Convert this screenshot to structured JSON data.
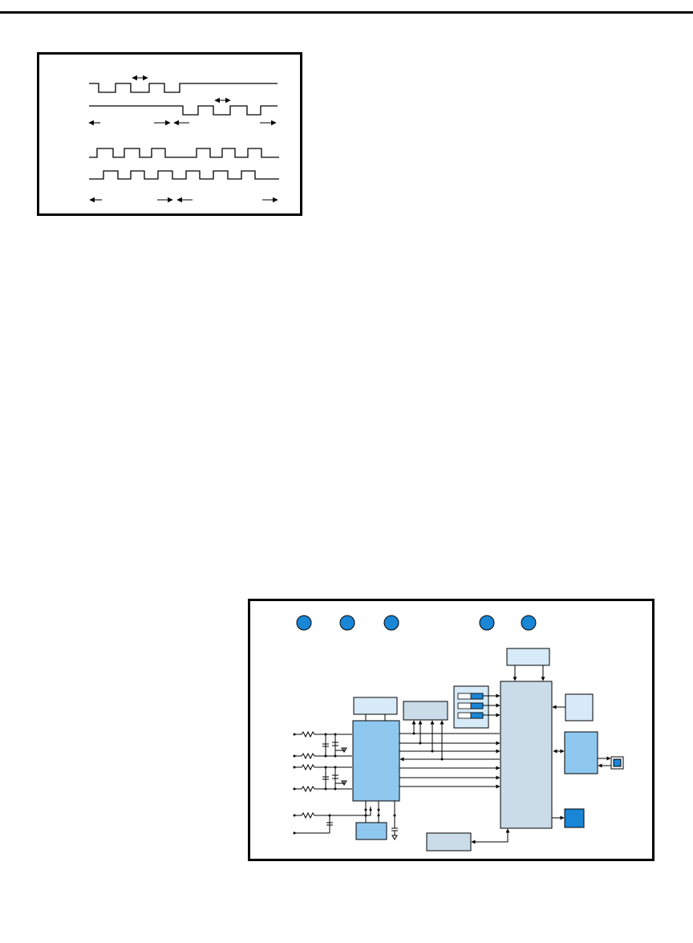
{
  "colors": {
    "line": "#000000",
    "fill_dark": "#1a86d6",
    "fill_medium": "#8ec8ef",
    "fill_light": "#d6eaf8",
    "fill_gray": "#c9dce8",
    "fill_white": "#ffffff"
  },
  "timing_diagram": {
    "waveform_count": 4,
    "arrow_rows": 2
  },
  "block_diagram": {
    "numbered_markers": 5,
    "switch_count": 3,
    "input_channels": 5
  }
}
